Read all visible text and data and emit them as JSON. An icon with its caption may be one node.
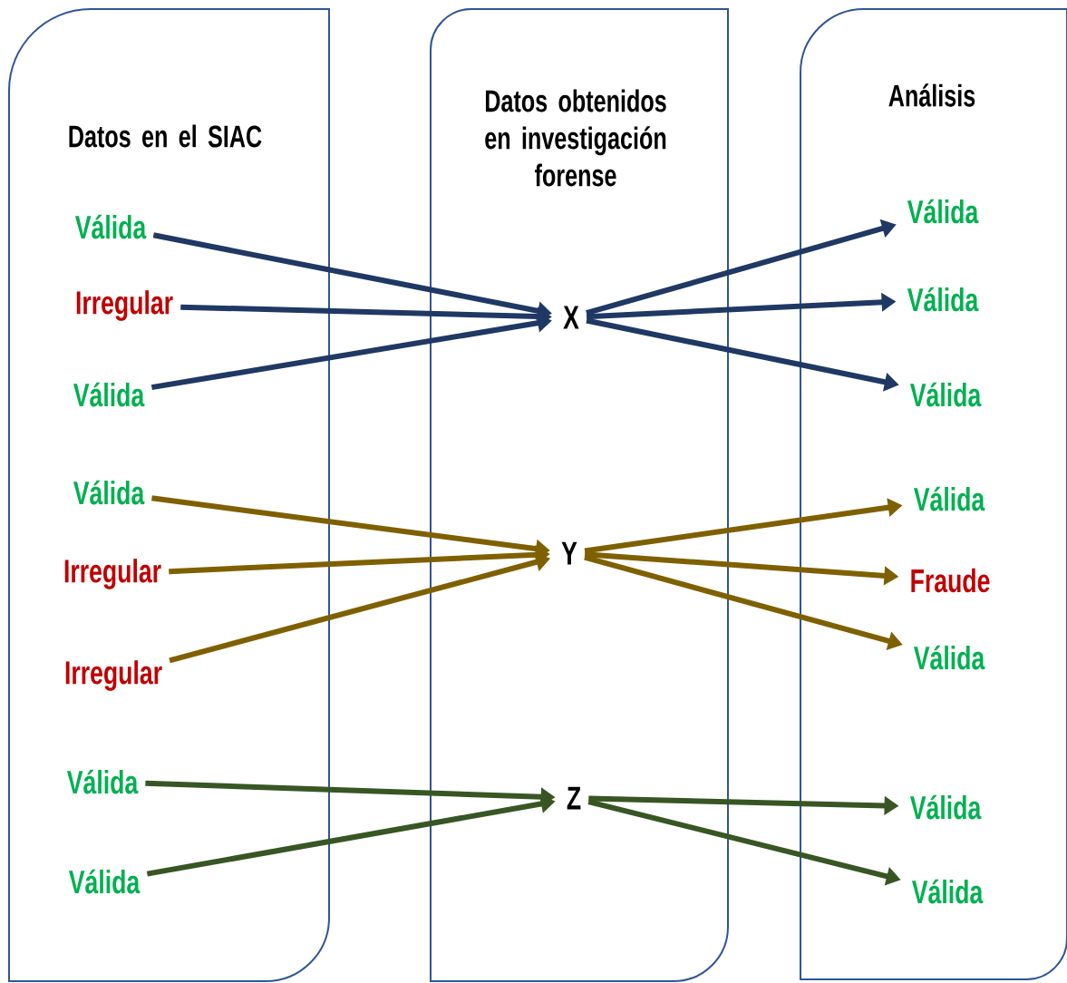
{
  "diagram": {
    "nodes": [
      {
        "text": [
          "Datos en el SIAC"
        ]
      },
      {
        "text": [
          "Datos obtenidos en investigación forense"
        ]
      },
      {
        "text": [
          "Análisis"
        ]
      },
      {
        "text": [
          "Válida"
        ],
        "in": 0
      },
      {
        "text": [
          "Irregular"
        ],
        "in": 0
      },
      {
        "text": [
          "Válida"
        ],
        "in": 0
      },
      {
        "text": [
          "Válida"
        ],
        "in": 0
      },
      {
        "text": [
          "Irregular"
        ],
        "in": 0
      },
      {
        "text": [
          "Irregular"
        ],
        "in": 0
      },
      {
        "text": [
          "Válida"
        ],
        "in": 0
      },
      {
        "text": [
          "Válida"
        ],
        "in": 0
      },
      {
        "text": [
          "X"
        ],
        "in": 1
      },
      {
        "text": [
          "Y"
        ],
        "in": 1
      },
      {
        "text": [
          "Z"
        ],
        "in": 1
      },
      {
        "text": [
          "Válida"
        ],
        "in": 2
      },
      {
        "text": [
          "Válida"
        ],
        "in": 2
      },
      {
        "text": [
          "Válida"
        ],
        "in": 2
      },
      {
        "text": [
          "Válida"
        ],
        "in": 2
      },
      {
        "text": [
          "Fraude"
        ],
        "in": 2
      },
      {
        "text": [
          "Válida"
        ],
        "in": 2
      },
      {
        "text": [
          "Válida"
        ],
        "in": 2
      },
      {
        "text": [
          "Válida"
        ],
        "in": 2
      }
    ],
    "edges": [
      {
        "from": 3,
        "to": 11,
        "arrow": "to",
        "color": "#1f3864"
      },
      {
        "from": 4,
        "to": 11,
        "arrow": "to",
        "color": "#1f3864"
      },
      {
        "from": 5,
        "to": 11,
        "arrow": "to",
        "color": "#1f3864"
      },
      {
        "from": 6,
        "to": 12,
        "arrow": "to",
        "color": "#7f6000"
      },
      {
        "from": 7,
        "to": 12,
        "arrow": "to",
        "color": "#7f6000"
      },
      {
        "from": 8,
        "to": 12,
        "arrow": "to",
        "color": "#7f6000"
      },
      {
        "from": 9,
        "to": 13,
        "arrow": "to",
        "color": "#375623"
      },
      {
        "from": 10,
        "to": 13,
        "arrow": "to",
        "color": "#375623"
      },
      {
        "from": 11,
        "to": 14,
        "arrow": "to",
        "color": "#1f3864"
      },
      {
        "from": 11,
        "to": 15,
        "arrow": "to",
        "color": "#1f3864"
      },
      {
        "from": 11,
        "to": 16,
        "arrow": "to",
        "color": "#1f3864"
      },
      {
        "from": 12,
        "to": 17,
        "arrow": "to",
        "color": "#7f6000"
      },
      {
        "from": 12,
        "to": 18,
        "arrow": "to",
        "color": "#7f6000"
      },
      {
        "from": 12,
        "to": 19,
        "arrow": "to",
        "color": "#7f6000"
      },
      {
        "from": 13,
        "to": 20,
        "arrow": "to",
        "color": "#375623"
      },
      {
        "from": 13,
        "to": 21,
        "arrow": "to",
        "color": "#375623"
      }
    ]
  }
}
